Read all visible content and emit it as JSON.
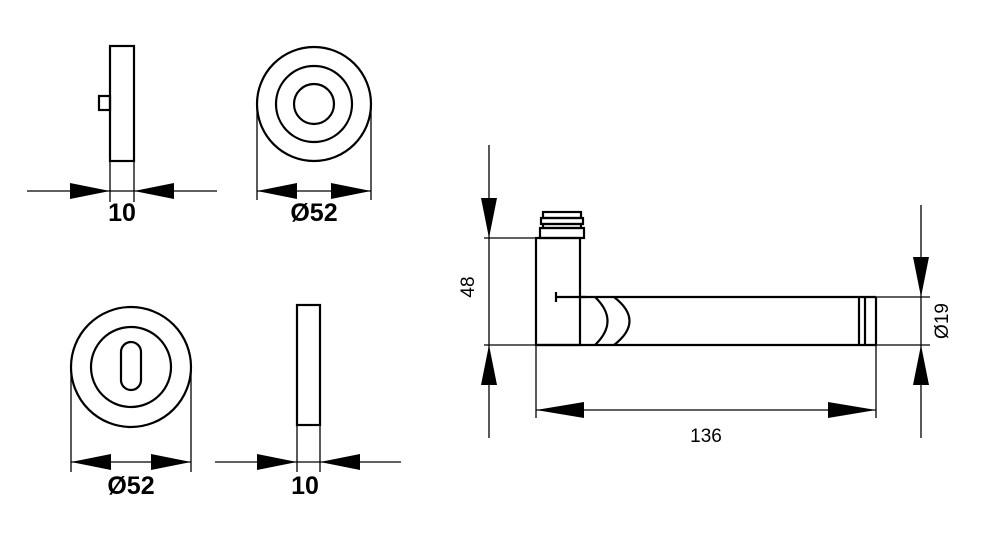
{
  "rosette_top": {
    "side_thickness": "10",
    "front_diameter": "Ø52"
  },
  "escutcheon_bottom": {
    "front_diameter": "Ø52",
    "side_thickness": "10"
  },
  "lever_handle": {
    "height": "48",
    "length": "136",
    "grip_diameter": "Ø19"
  }
}
